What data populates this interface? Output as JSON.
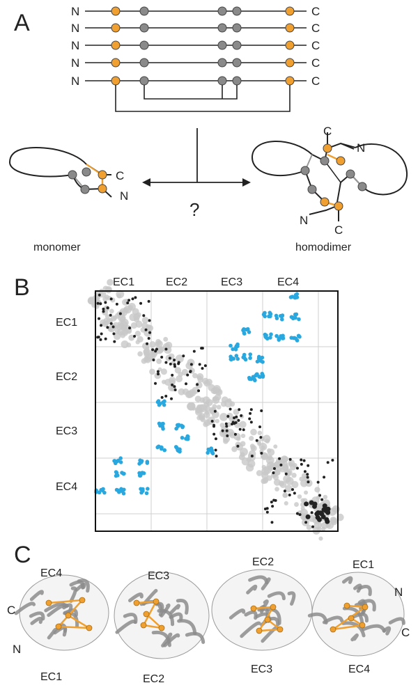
{
  "panel_a": {
    "letter": "A",
    "n_term": "N",
    "c_term": "C",
    "question": "?",
    "monomer_label": "monomer",
    "homodimer_label": "homodimer",
    "colors": {
      "cys_orange": "#f0a030",
      "cys_gray": "#8a8a8a",
      "line": "#222222"
    }
  },
  "panel_b": {
    "letter": "B",
    "domains_top": [
      "EC1",
      "EC2",
      "EC3",
      "EC4"
    ],
    "domains_left": [
      "EC1",
      "EC2",
      "EC3",
      "EC4"
    ],
    "colors": {
      "intra": "#222222",
      "inter": "#29a8e0",
      "background_contacts": "#c8c8c8"
    }
  },
  "panel_c": {
    "letter": "C",
    "labels": {
      "ec4_a": "EC4",
      "ec3_a": "EC3",
      "ec2_b": "EC2",
      "ec1_b": "EC1",
      "ec1_a": "EC1",
      "ec2_a": "EC2",
      "ec3_b": "EC3",
      "ec4_b": "EC4",
      "c_left": "C",
      "n_left": "N",
      "n_right": "N",
      "c_right": "C"
    },
    "colors": {
      "ribbon": "#8c8c8c",
      "link": "#f0a030"
    }
  }
}
